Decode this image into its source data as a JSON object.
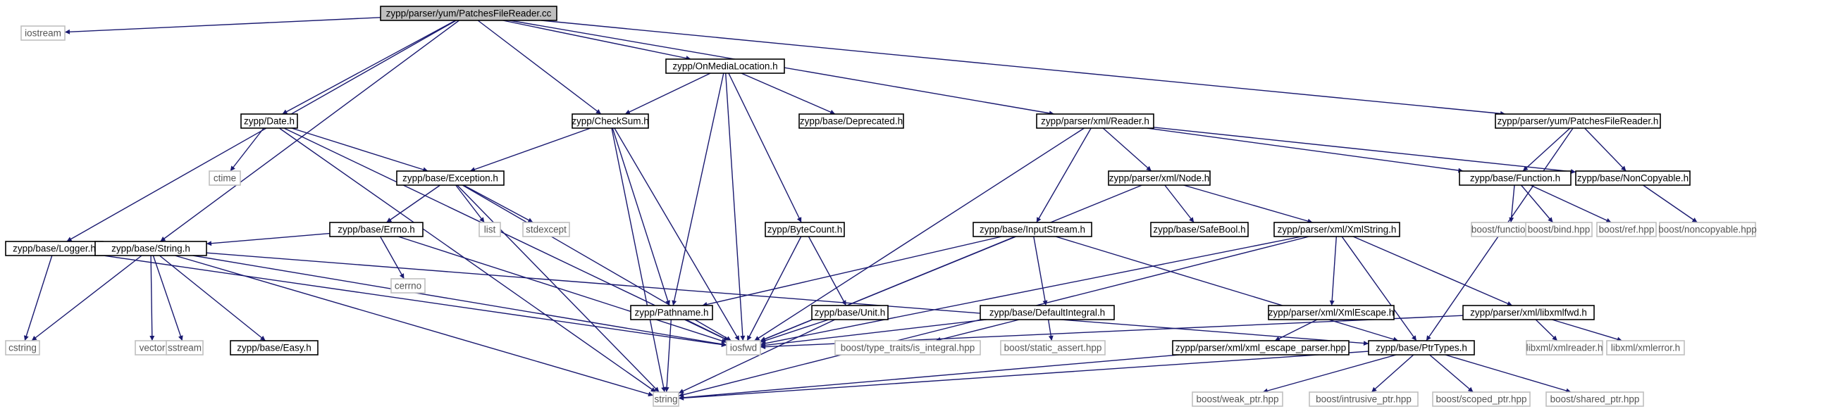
{
  "graph": {
    "title": "zypp/parser/yum/PatchesFileReader.cc",
    "edge_color": "#191970",
    "nodes": {
      "root": {
        "label": "zypp/parser/yum/PatchesFileReader.cc",
        "kind": "main"
      },
      "iostream": {
        "label": "iostream",
        "kind": "ext"
      },
      "logger": {
        "label": "zypp/base/Logger.h",
        "kind": "local"
      },
      "string_h": {
        "label": "zypp/base/String.h",
        "kind": "local"
      },
      "date": {
        "label": "zypp/Date.h",
        "kind": "local"
      },
      "checksum": {
        "label": "zypp/CheckSum.h",
        "kind": "local"
      },
      "onmedia": {
        "label": "zypp/OnMediaLocation.h",
        "kind": "local"
      },
      "deprecated": {
        "label": "zypp/base/Deprecated.h",
        "kind": "local"
      },
      "xmlreader": {
        "label": "zypp/parser/xml/Reader.h",
        "kind": "local"
      },
      "pfr_h": {
        "label": "zypp/parser/yum/PatchesFileReader.h",
        "kind": "local"
      },
      "ctime": {
        "label": "ctime",
        "kind": "ext"
      },
      "exception": {
        "label": "zypp/base/Exception.h",
        "kind": "local"
      },
      "errno": {
        "label": "zypp/base/Errno.h",
        "kind": "local"
      },
      "list": {
        "label": "list",
        "kind": "ext"
      },
      "stdexcept": {
        "label": "stdexcept",
        "kind": "ext"
      },
      "cerrno": {
        "label": "cerrno",
        "kind": "ext"
      },
      "bytecount": {
        "label": "zypp/ByteCount.h",
        "kind": "local"
      },
      "unit": {
        "label": "zypp/base/Unit.h",
        "kind": "local"
      },
      "pathname": {
        "label": "zypp/Pathname.h",
        "kind": "local"
      },
      "inputstream": {
        "label": "zypp/base/InputStream.h",
        "kind": "local"
      },
      "defint": {
        "label": "zypp/base/DefaultIntegral.h",
        "kind": "local"
      },
      "node": {
        "label": "zypp/parser/xml/Node.h",
        "kind": "local"
      },
      "safebool": {
        "label": "zypp/base/SafeBool.h",
        "kind": "local"
      },
      "xmlstring": {
        "label": "zypp/parser/xml/XmlString.h",
        "kind": "local"
      },
      "xmlescape": {
        "label": "zypp/parser/xml/XmlEscape.h",
        "kind": "local"
      },
      "libxmlfwd": {
        "label": "zypp/parser/xml/libxmlfwd.h",
        "kind": "local"
      },
      "escparser": {
        "label": "zypp/parser/xml/xml_escape_parser.hpp",
        "kind": "local"
      },
      "function": {
        "label": "zypp/base/Function.h",
        "kind": "local"
      },
      "noncopyable": {
        "label": "zypp/base/NonCopyable.h",
        "kind": "local"
      },
      "boostfunction": {
        "label": "boost/function.hpp",
        "kind": "ext"
      },
      "boostbind": {
        "label": "boost/bind.hpp",
        "kind": "ext"
      },
      "boostref": {
        "label": "boost/ref.hpp",
        "kind": "ext"
      },
      "boostnoncopyable": {
        "label": "boost/noncopyable.hpp",
        "kind": "ext"
      },
      "cstring": {
        "label": "cstring",
        "kind": "ext"
      },
      "vector": {
        "label": "vector",
        "kind": "ext"
      },
      "sstream": {
        "label": "sstream",
        "kind": "ext"
      },
      "easy": {
        "label": "zypp/base/Easy.h",
        "kind": "local"
      },
      "iosfwd": {
        "label": "iosfwd",
        "kind": "ext"
      },
      "istemplate": {
        "label": "boost/type_traits/is_integral.hpp",
        "kind": "ext"
      },
      "staticassert": {
        "label": "boost/static_assert.hpp",
        "kind": "ext"
      },
      "ptrtypes": {
        "label": "zypp/base/PtrTypes.h",
        "kind": "local"
      },
      "xmlreader_h": {
        "label": "libxml/xmlreader.h",
        "kind": "ext"
      },
      "xmlerror_h": {
        "label": "libxml/xmlerror.h",
        "kind": "ext"
      },
      "string": {
        "label": "string",
        "kind": "ext"
      },
      "weakptr": {
        "label": "boost/weak_ptr.hpp",
        "kind": "ext"
      },
      "intrusiveptr": {
        "label": "boost/intrusive_ptr.hpp",
        "kind": "ext"
      },
      "scopedptr": {
        "label": "boost/scoped_ptr.hpp",
        "kind": "ext"
      },
      "sharedptr": {
        "label": "boost/shared_ptr.hpp",
        "kind": "ext"
      }
    }
  }
}
